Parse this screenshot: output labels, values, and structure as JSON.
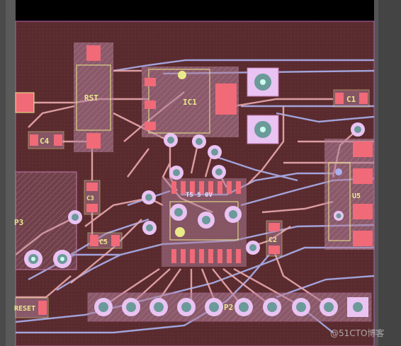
{
  "board": {
    "colors": {
      "board": "#5a2b2e",
      "top_trace": "#e8a7ab",
      "bottom_trace": "#aab0ee",
      "silk": "#eaea8a",
      "pad": "#f06a78",
      "via_ring": "#e9c3f2",
      "via_hole": "#6b9a9a",
      "comp_body": "#b07f9a"
    },
    "labels": {
      "rst": "RST",
      "ic1": "IC1",
      "c1": "C1",
      "c4": "C4",
      "c3": "C3",
      "c2": "C2",
      "c5": "C5",
      "p3": "P3",
      "p2": "P2",
      "u_right": "U5",
      "reset": "RESET",
      "chip": "TS 5 0V"
    }
  },
  "watermark": "@51CTO博客"
}
